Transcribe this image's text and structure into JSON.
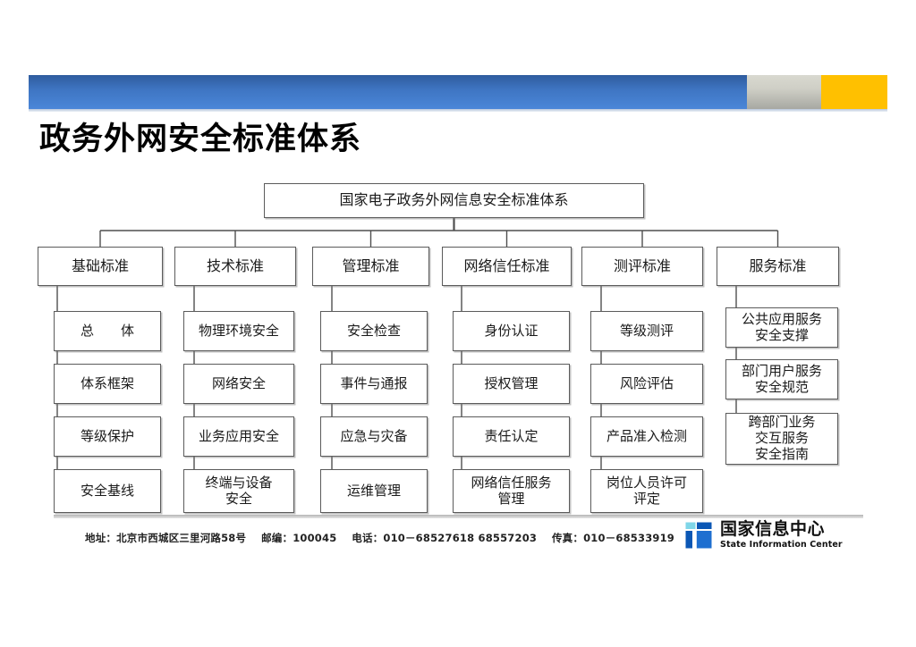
{
  "slide": {
    "title": "政务外网安全标准体系"
  },
  "header": {
    "band_blue_color": "#4a86d8",
    "band_silver_color": "#c8c9c1",
    "band_gold_color": "#ffc000"
  },
  "diagram": {
    "type": "tree",
    "root": {
      "label": "国家电子政务外网信息安全标准体系"
    },
    "columns": [
      {
        "category": "基础标准",
        "leaves": [
          "总　　体",
          "体系框架",
          "等级保护",
          "安全基线"
        ]
      },
      {
        "category": "技术标准",
        "leaves": [
          "物理环境安全",
          "网络安全",
          "业务应用安全",
          "终端与设备\n安全"
        ]
      },
      {
        "category": "管理标准",
        "leaves": [
          "安全检查",
          "事件与通报",
          "应急与灾备",
          "运维管理"
        ]
      },
      {
        "category": "网络信任标准",
        "leaves": [
          "身份认证",
          "授权管理",
          "责任认定",
          "网络信任服务\n管理"
        ]
      },
      {
        "category": "测评标准",
        "leaves": [
          "等级测评",
          "风险评估",
          "产品准入检测",
          "岗位人员许可\n评定"
        ]
      },
      {
        "category": "服务标准",
        "leaves": [
          "公共应用服务\n安全支撑",
          "部门用户服务\n安全规范",
          "跨部门业务\n交互服务\n安全指南"
        ]
      }
    ]
  },
  "footer": {
    "address_label": "地址：",
    "address_value": "北京市西城区三里河路58号",
    "postcode_label": "邮编：",
    "postcode_value": "100045",
    "phone_label": "电话：",
    "phone_value": "010－68527618 68557203",
    "fax_label": "传真：",
    "fax_value": "010－68533919",
    "logo_cn": "国家信息中心",
    "logo_en": "State Information Center",
    "logo_blue": "#0b57b5",
    "logo_cyan": "#7fd6e8"
  }
}
